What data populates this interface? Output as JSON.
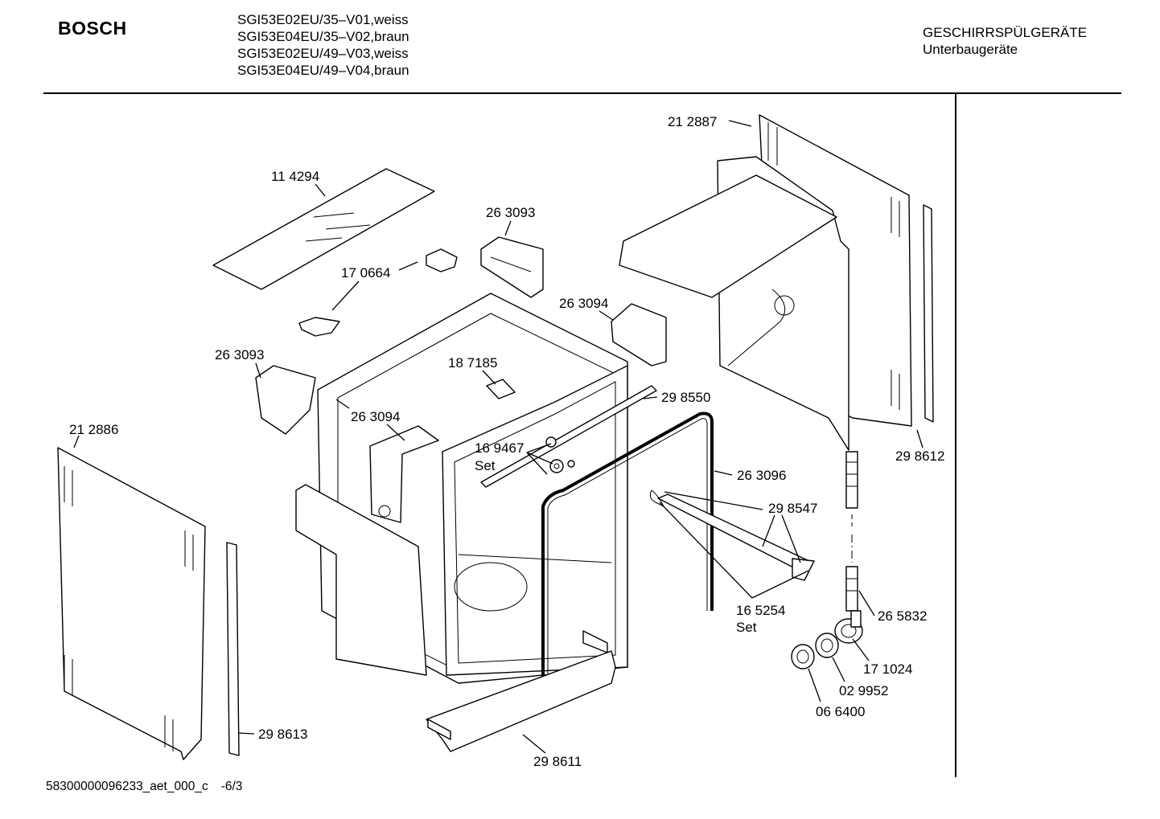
{
  "header": {
    "brand": "BOSCH",
    "models": [
      "SGI53E02EU/35–V01,weiss",
      "SGI53E04EU/35–V02,braun",
      "SGI53E02EU/49–V03,weiss",
      "SGI53E04EU/49–V04,braun"
    ],
    "category": "GESCHIRRSPÜLGERÄTE",
    "subcategory": "Unterbaugeräte"
  },
  "parts": {
    "p212887": "21 2887",
    "p114294": "11 4294",
    "p263093_top": "26 3093",
    "p170664": "17 0664",
    "p263094_top": "26 3094",
    "p263093_left": "26 3093",
    "p187185": "18 7185",
    "p298550": "29 8550",
    "p263094_mid": "26 3094",
    "p212886": "21 2886",
    "p169467": "16 9467",
    "set_a": "Set",
    "p263096": "26 3096",
    "p298612": "29 8612",
    "p298547": "29 8547",
    "p165254": "16 5254",
    "set_b": "Set",
    "p265832": "26 5832",
    "p171024": "17 1024",
    "p029952": "02 9952",
    "p066400": "06 6400",
    "p298613": "29 8613",
    "p298611": "29 8611"
  },
  "footer": {
    "doc_id": "58300000096233_aet_000_c",
    "page": "-6/3"
  }
}
